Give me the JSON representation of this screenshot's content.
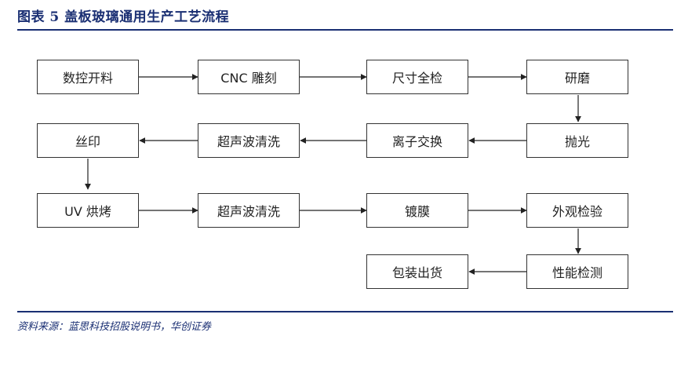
{
  "figure": {
    "title": "图表 5   盖板玻璃通用生产工艺流程",
    "source": "资料来源：蓝思科技招股说明书，华创证券"
  },
  "steps": [
    {
      "label": "数控开料"
    },
    {
      "label": "CNC 雕刻"
    },
    {
      "label": "尺寸全检"
    },
    {
      "label": "研磨"
    },
    {
      "label": "抛光"
    },
    {
      "label": "离子交换"
    },
    {
      "label": "超声波清洗"
    },
    {
      "label": "丝印"
    },
    {
      "label": "UV 烘烤"
    },
    {
      "label": "超声波清洗"
    },
    {
      "label": "镀膜"
    },
    {
      "label": "外观检验"
    },
    {
      "label": "性能检测"
    },
    {
      "label": "包装出货"
    }
  ],
  "colors": {
    "title": "#1a2f73",
    "rule": "#1a2f73",
    "box_border": "#333333",
    "arrow": "#222222"
  }
}
